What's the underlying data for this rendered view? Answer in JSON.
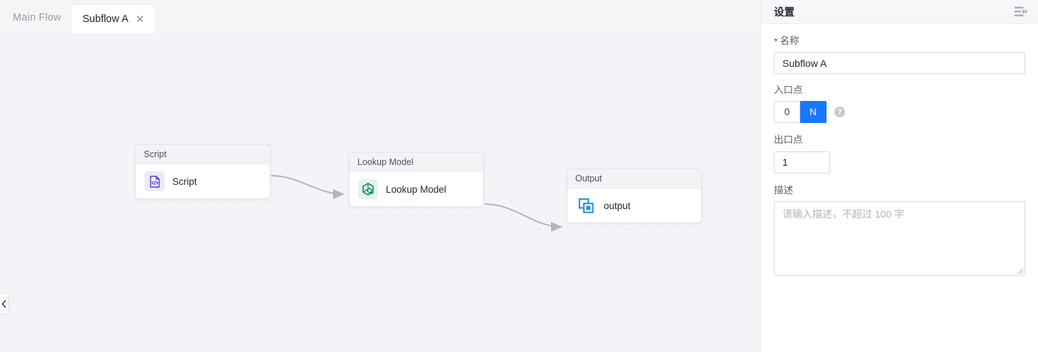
{
  "tabs": {
    "main_flow_label": "Main Flow",
    "active_tab_label": "Subflow A",
    "close_glyph": "✕"
  },
  "canvas": {
    "nodes": [
      {
        "header": "Script",
        "label": "Script",
        "icon": "script-code-file-icon"
      },
      {
        "header": "Lookup Model",
        "label": "Lookup Model",
        "icon": "lookup-model-hexagon-search-icon"
      },
      {
        "header": "Output",
        "label": "output",
        "icon": "output-overlapping-squares-icon"
      }
    ],
    "edges": [
      {
        "from": "Script",
        "to": "Lookup Model"
      },
      {
        "from": "Lookup Model",
        "to": "Output"
      }
    ],
    "collapse_handle_icon": "chevron-left-icon"
  },
  "panel": {
    "title": "设置",
    "toggle_icon": "collapse-panel-icon",
    "name_field": {
      "label": "名称",
      "required_marker": "*",
      "value": "Subflow A"
    },
    "entry_point": {
      "label": "入口点",
      "options": [
        "0",
        "N"
      ],
      "selected": "N",
      "help_icon": "question-mark-icon",
      "help_glyph": "?"
    },
    "exit_point": {
      "label": "出口点",
      "value": "1"
    },
    "description": {
      "label": "描述",
      "value": "",
      "placeholder": "请输入描述，不超过 100 字"
    }
  },
  "colors": {
    "accent_blue": "#1677ff",
    "required_red": "#d93026",
    "script_purple": "#5b4bd6",
    "lookup_green": "#0f8a62",
    "output_blue": "#2b92cf",
    "canvas_bg": "#f4f4f8",
    "edge_gray": "#b4b4c0"
  }
}
